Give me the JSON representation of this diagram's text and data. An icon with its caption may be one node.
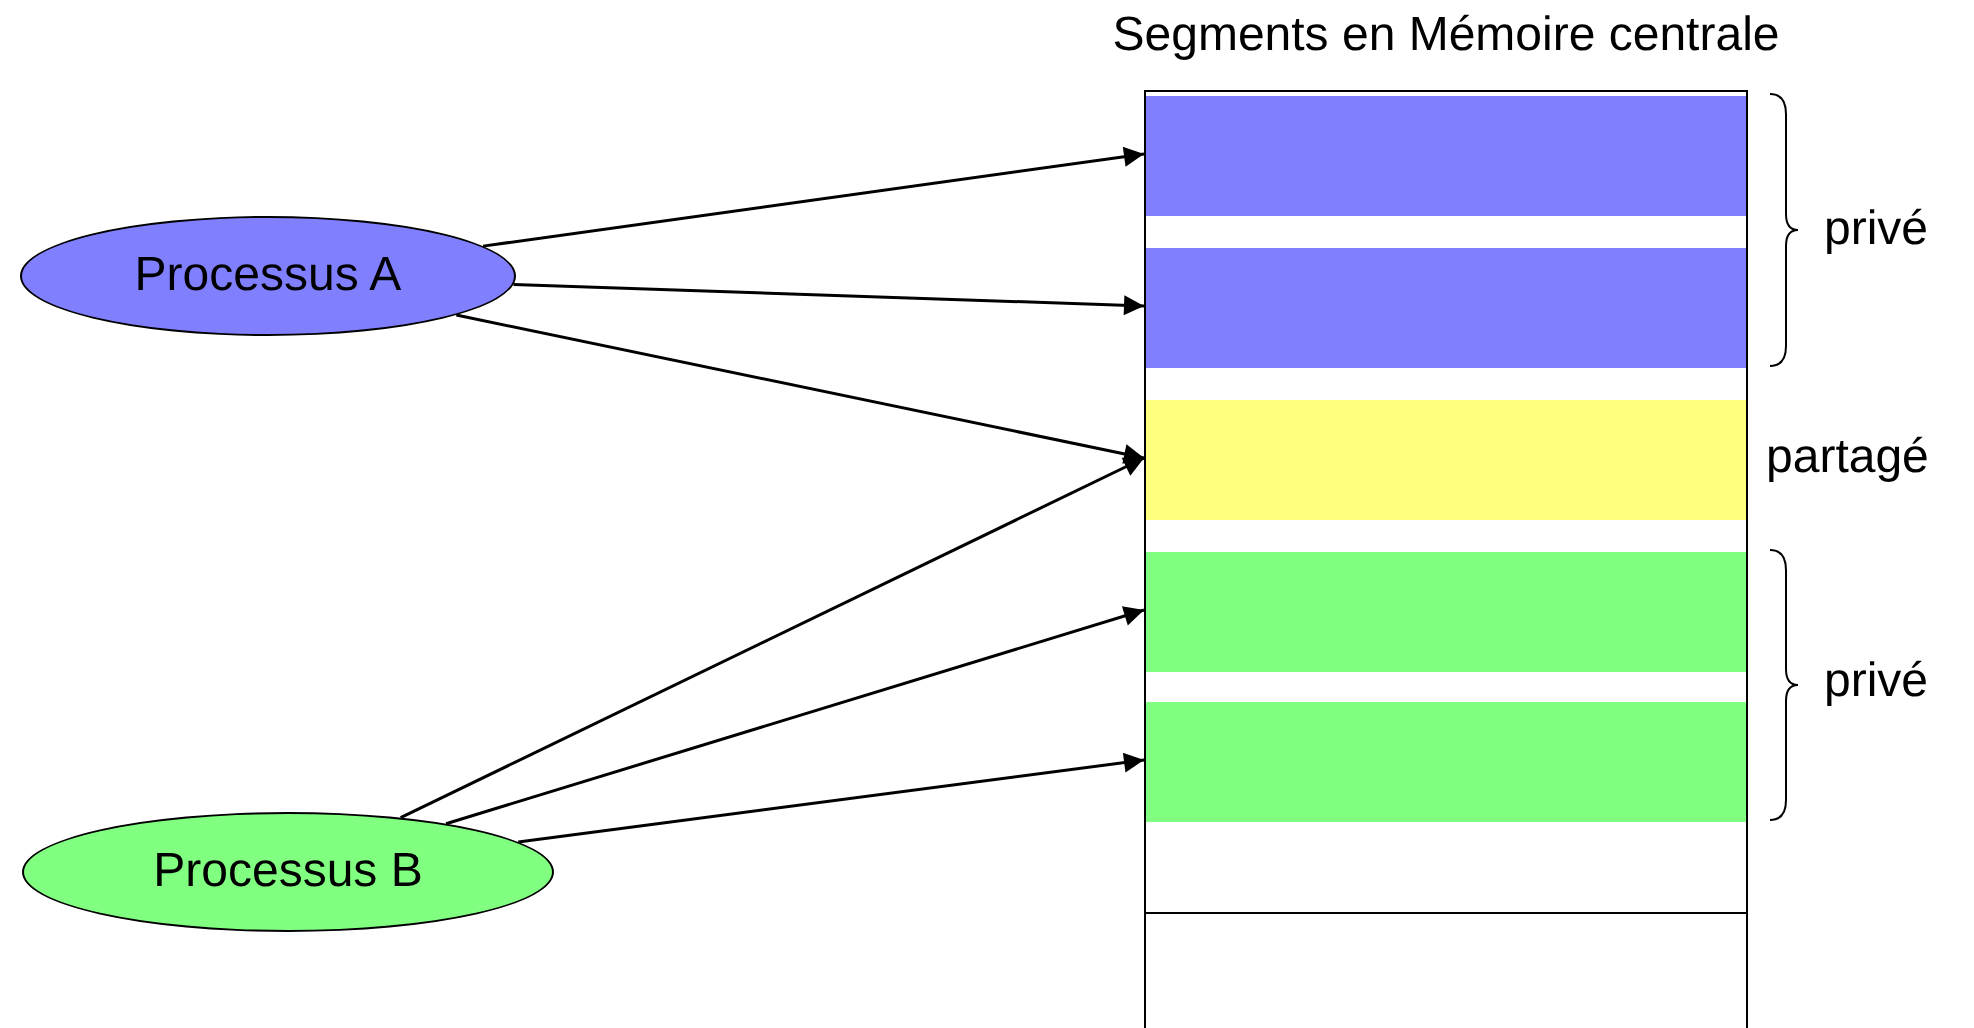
{
  "diagram": {
    "nodes": [
      {
        "text": [
          "Processus A"
        ]
      },
      {
        "text": [
          "Processus B"
        ]
      },
      {
        "text": [
          "Segments en Mémoire centrale"
        ]
      },
      {
        "text": [],
        "shape": "box",
        "in": 2
      },
      {
        "text": [],
        "shape": "box",
        "in": 2
      },
      {
        "text": [],
        "shape": "box",
        "in": 2
      },
      {
        "text": [],
        "shape": "box",
        "in": 2
      },
      {
        "text": [],
        "shape": "box",
        "in": 2
      }
    ],
    "edges": [
      {
        "from": 0,
        "to": 3,
        "arrow": "to"
      },
      {
        "from": 0,
        "to": 4,
        "arrow": "to"
      },
      {
        "from": 0,
        "to": 5,
        "arrow": "to"
      },
      {
        "from": 1,
        "to": 5,
        "arrow": "to"
      },
      {
        "from": 1,
        "to": 6,
        "arrow": "to"
      },
      {
        "from": 1,
        "to": 7,
        "arrow": "to"
      }
    ],
    "labels": [
      "privé",
      "partagé",
      "privé"
    ]
  }
}
